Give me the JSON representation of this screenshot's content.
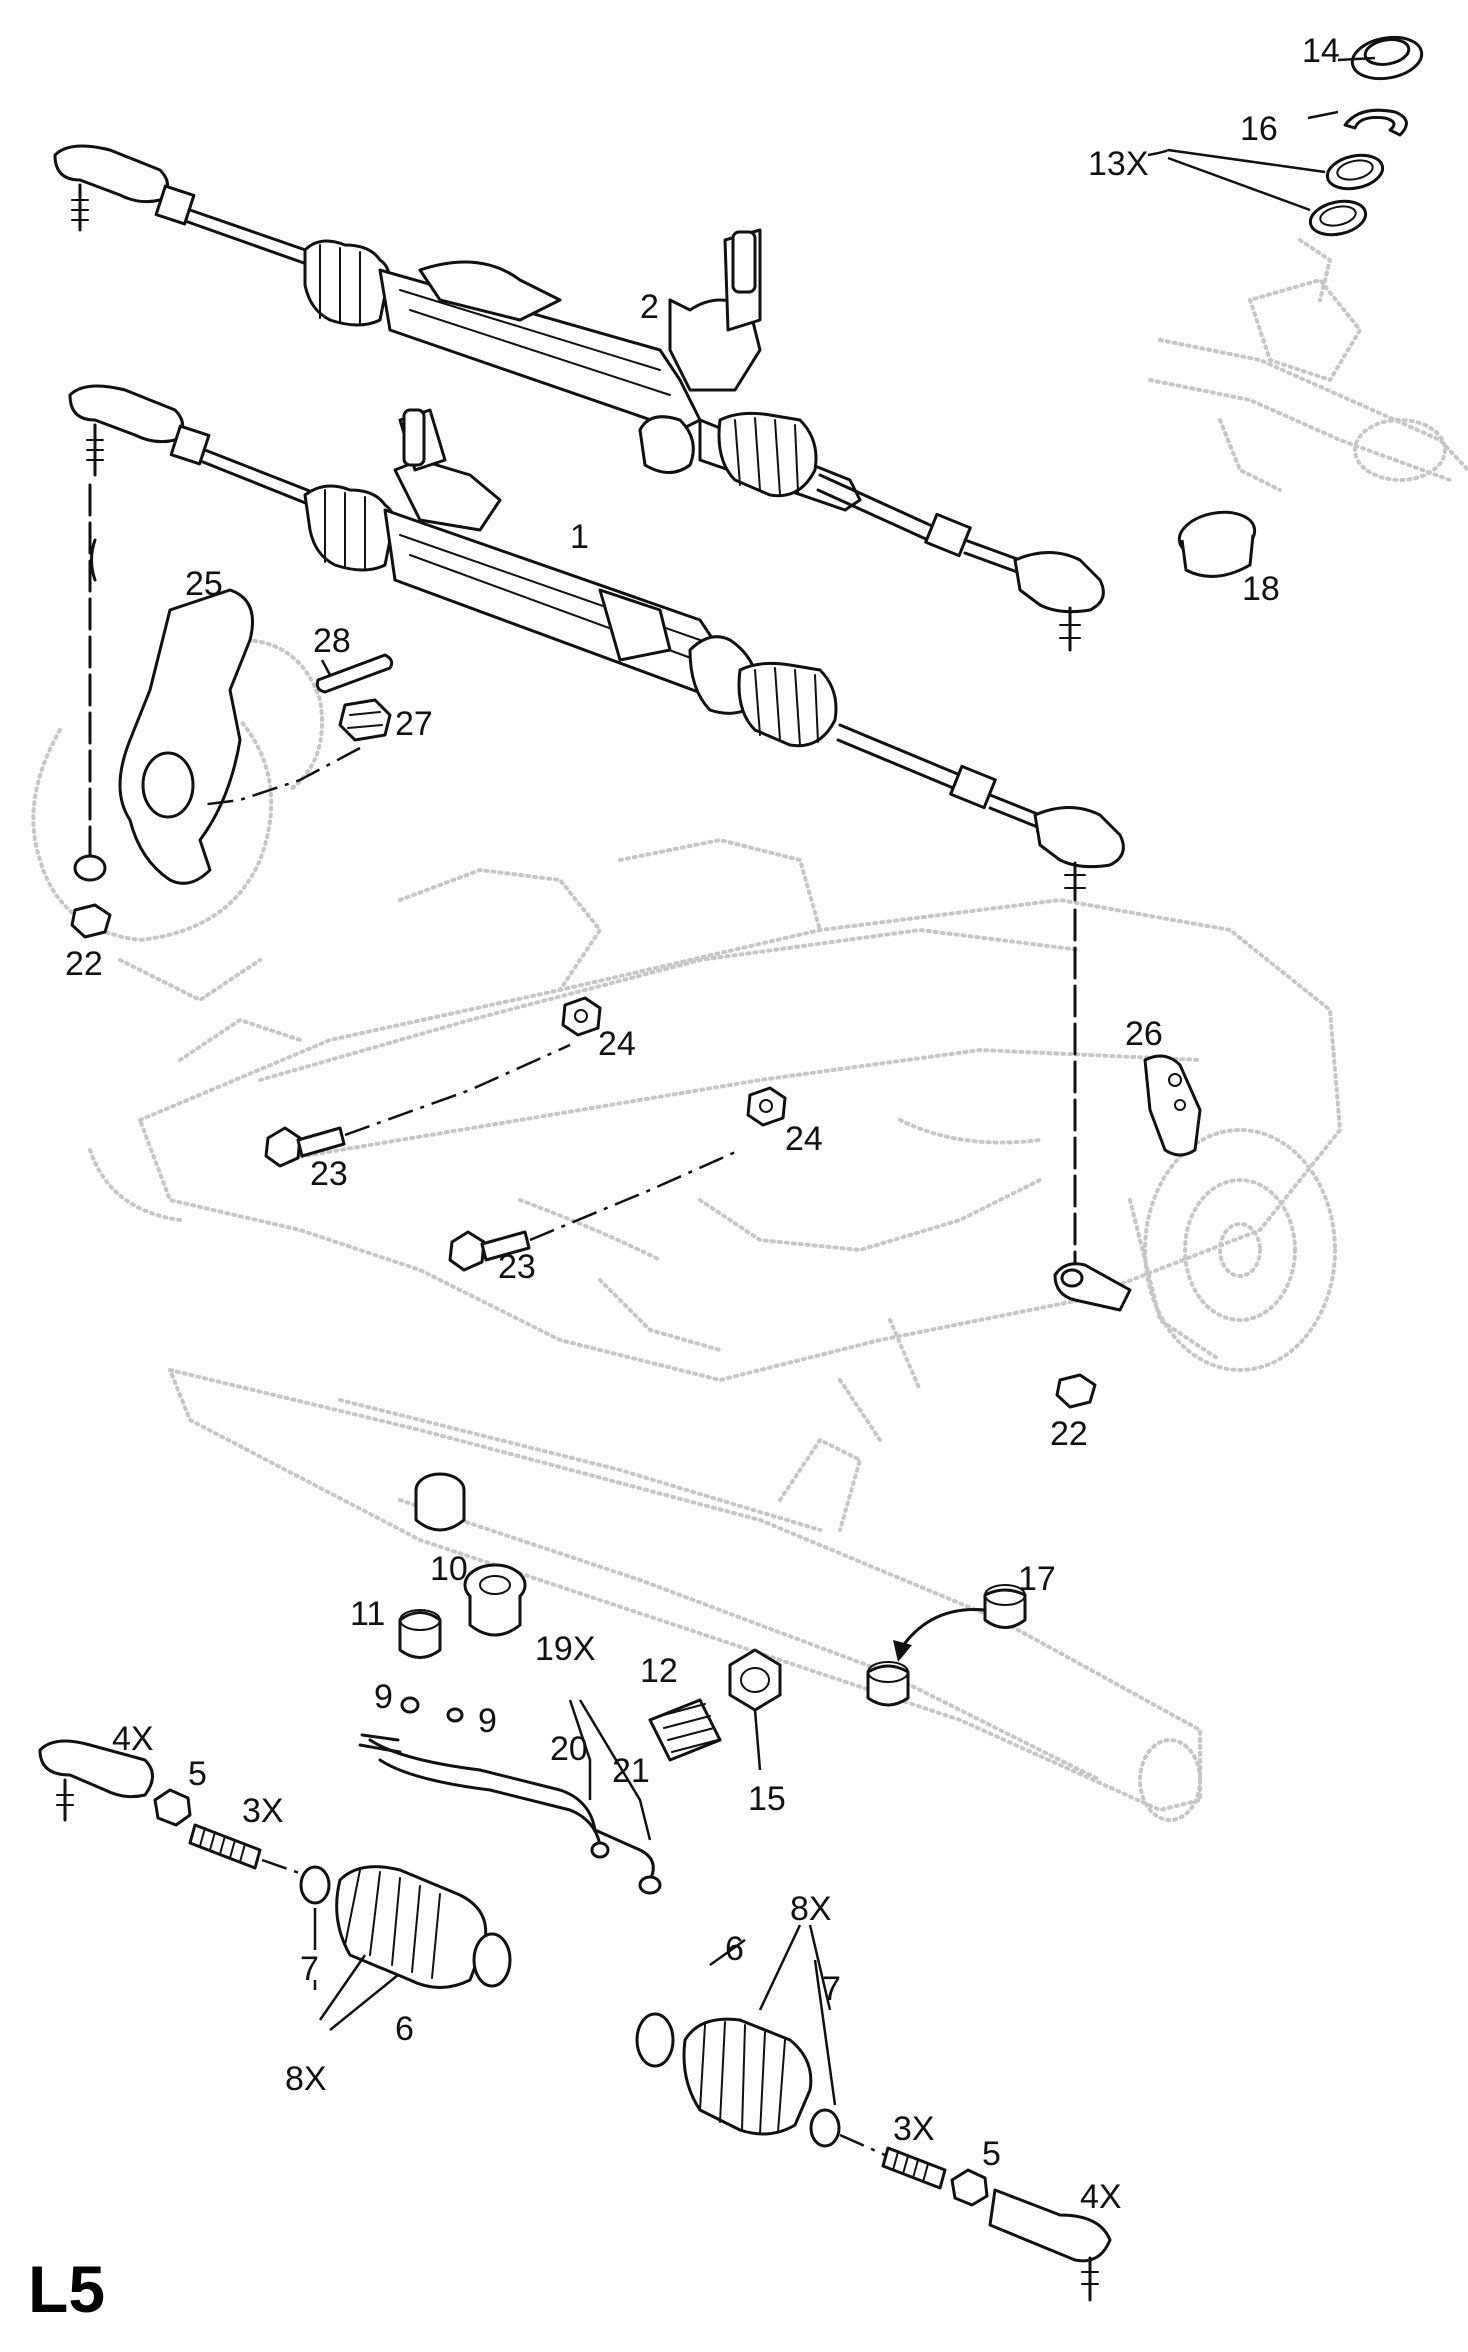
{
  "page_id": "L5",
  "part_labels": {
    "p1": "1",
    "p2": "2",
    "p3x_left": "3X",
    "p3x_right": "3X",
    "p4x_left": "4X",
    "p4x_right": "4X",
    "p5_left": "5",
    "p5_right": "5",
    "p6_left": "6",
    "p6_right": "6",
    "p7_left": "7",
    "p7_right": "7",
    "p8x_left": "8X",
    "p8x_right": "8X",
    "p9a": "9",
    "p9b": "9",
    "p10": "10",
    "p11": "11",
    "p12": "12",
    "p13x": "13X",
    "p14": "14",
    "p15": "15",
    "p16": "16",
    "p17": "17",
    "p18": "18",
    "p19x": "19X",
    "p20": "20",
    "p21": "21",
    "p22_left": "22",
    "p22_right": "22",
    "p23_upper": "23",
    "p23_lower": "23",
    "p24_upper": "24",
    "p24_lower": "24",
    "p25": "25",
    "p26": "26",
    "p27": "27",
    "p28": "28"
  }
}
